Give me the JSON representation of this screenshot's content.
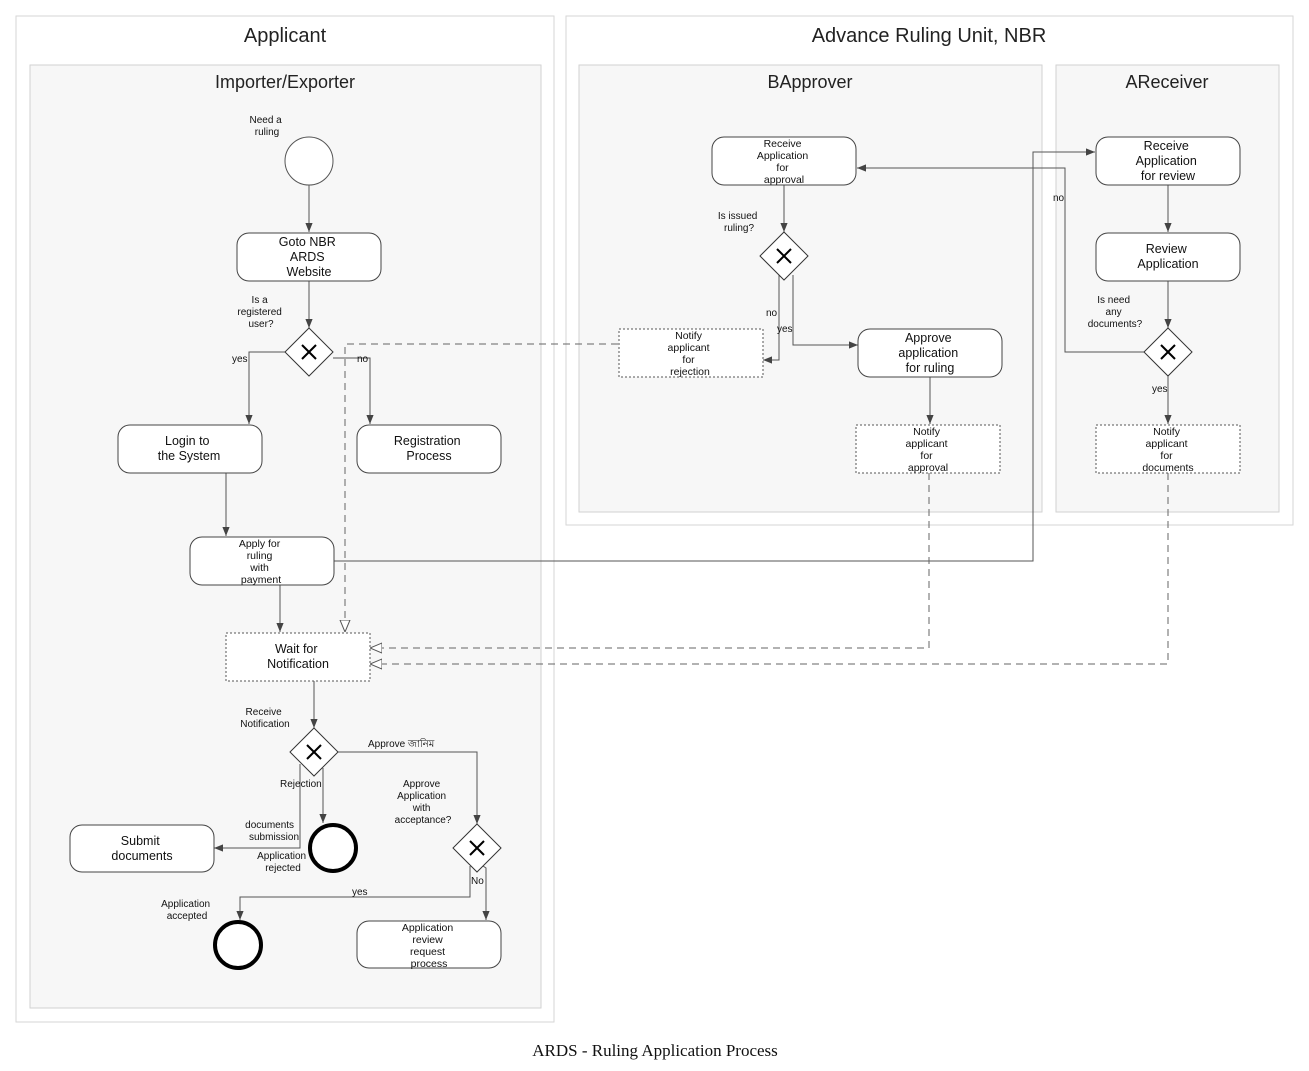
{
  "pools": {
    "applicant": "Applicant",
    "nbr": "Advance Ruling Unit, NBR"
  },
  "lanes": {
    "importer": "Importer/Exporter",
    "bapprover": "BApprover",
    "areceiver": "AReceiver"
  },
  "tasks": {
    "goto_website": [
      "Goto NBR",
      "ARDS",
      "Website"
    ],
    "login": [
      "Login to",
      "the System"
    ],
    "registration": [
      "Registration",
      "Process"
    ],
    "apply": [
      "Apply for",
      "ruling",
      "with",
      "payment"
    ],
    "wait": [
      "Wait for",
      "Notification"
    ],
    "submit_docs": [
      "Submit",
      "documents"
    ],
    "review_request": [
      "Application",
      "review",
      "request",
      "process"
    ],
    "receive_approval": [
      "Receive",
      "Application",
      "for",
      "approval"
    ],
    "notify_rejection": [
      "Notify",
      "applicant",
      "for",
      "rejection"
    ],
    "approve_app": [
      "Approve",
      "application",
      "for ruling"
    ],
    "notify_approval": [
      "Notify",
      "applicant",
      "for",
      "approval"
    ],
    "receive_review": [
      "Receive",
      "Application",
      "for review"
    ],
    "review_app": [
      "Review",
      "Application"
    ],
    "notify_docs": [
      "Notify",
      "applicant",
      "for",
      "documents"
    ]
  },
  "labels": {
    "need_ruling": [
      "Need a",
      "ruling"
    ],
    "is_registered": [
      "Is a",
      "registered",
      "user?"
    ],
    "yes_login": "yes",
    "no_register": "no",
    "receive_notification": [
      "Receive",
      "Notification"
    ],
    "approve_janim": "Approve জানিম",
    "rejection": "Rejection",
    "documents_submission": [
      "documents",
      "submission"
    ],
    "application_rejected": [
      "Application",
      "rejected"
    ],
    "approve_acceptance": [
      "Approve",
      "Application",
      "with",
      "acceptance?"
    ],
    "yes_accept": "yes",
    "no_accept": "No",
    "application_accepted": [
      "Application",
      "accepted"
    ],
    "is_issued": [
      "Is issued",
      "ruling?"
    ],
    "no_issued": "no",
    "yes_issued": "yes",
    "need_docs": [
      "Is need",
      "any",
      "documents?"
    ],
    "no_docs": "no",
    "yes_docs": "yes"
  },
  "caption": "ARDS - Ruling Application Process"
}
